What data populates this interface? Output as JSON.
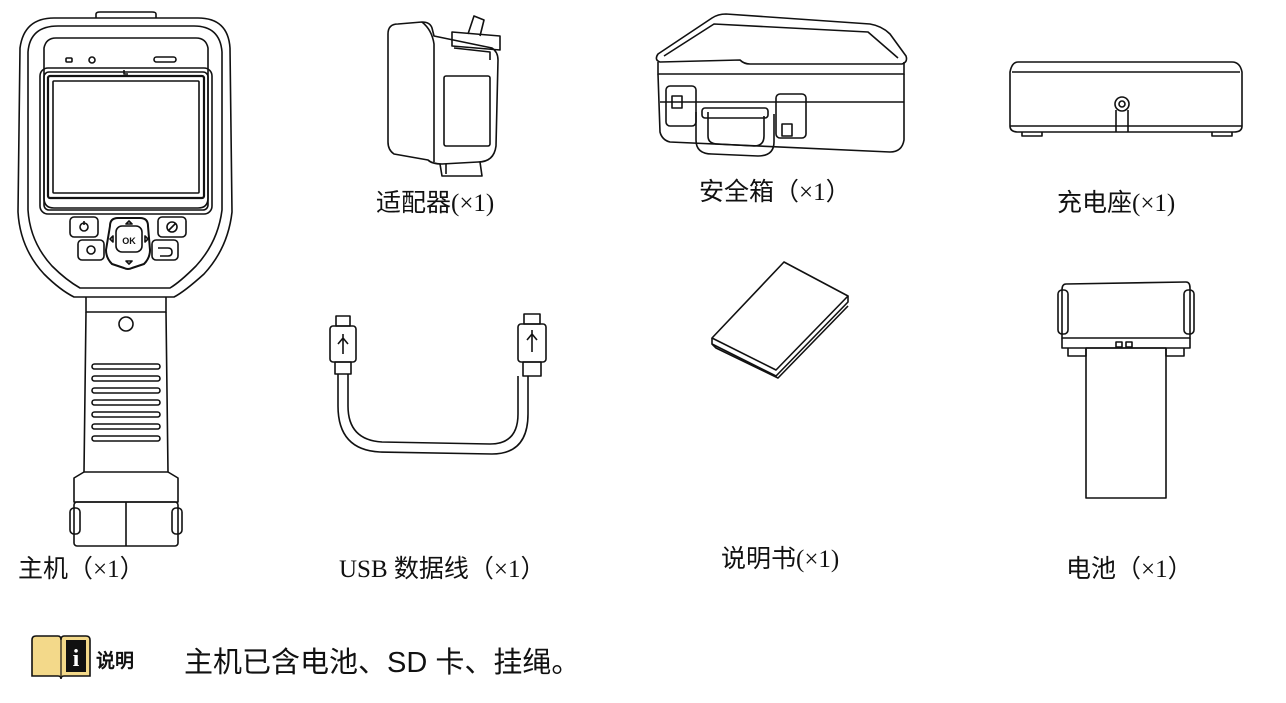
{
  "items": [
    {
      "id": "main-unit",
      "caption": "主机（×1）"
    },
    {
      "id": "adapter",
      "caption": "适配器(×1)"
    },
    {
      "id": "case",
      "caption": "安全箱（×1）"
    },
    {
      "id": "charging-base",
      "caption": "充电座(×1)"
    },
    {
      "id": "usb-cable",
      "caption": "USB 数据线（×1）"
    },
    {
      "id": "manual",
      "caption": "说明书(×1)"
    },
    {
      "id": "battery",
      "caption": "电池（×1）"
    }
  ],
  "device_keys": {
    "ok": "OK"
  },
  "note": {
    "icon": "info-icon",
    "icon_glyph": "i",
    "label": "说明",
    "text": "主机已含电池、SD 卡、挂绳。"
  }
}
